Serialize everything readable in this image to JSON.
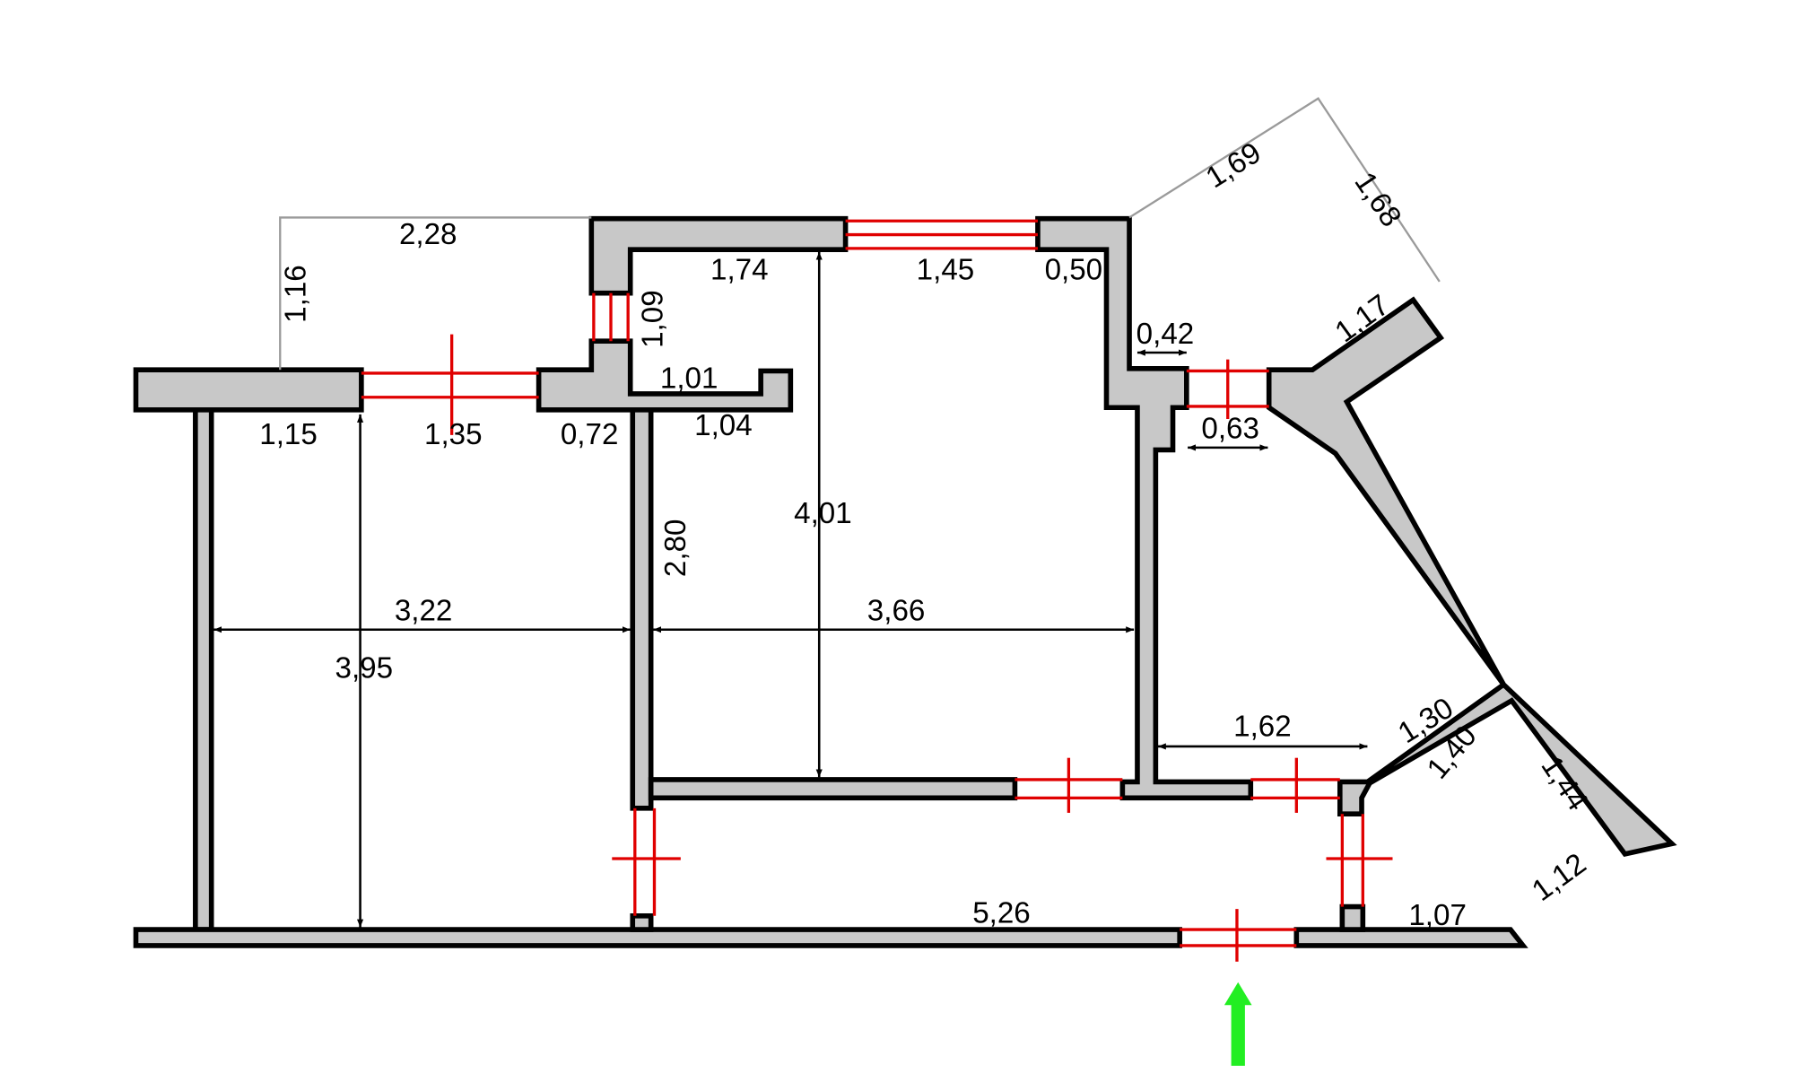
{
  "plan": {
    "dimensions": {
      "d_1_16": "1,16",
      "d_2_28": "2,28",
      "d_1_69": "1,69",
      "d_1_68": "1,68",
      "d_1_74": "1,74",
      "d_1_45": "1,45",
      "d_0_50": "0,50",
      "d_1_09": "1,09",
      "d_1_01": "1,01",
      "d_0_42": "0,42",
      "d_1_17": "1,17",
      "d_1_15": "1,15",
      "d_1_35": "1,35",
      "d_0_72": "0,72",
      "d_1_04": "1,04",
      "d_0_63": "0,63",
      "d_4_01": "4,01",
      "d_2_80": "2,80",
      "d_3_22": "3,22",
      "d_3_66": "3,66",
      "d_3_95": "3,95",
      "d_1_62": "1,62",
      "d_1_30": "1,30",
      "d_1_40": "1,40",
      "d_1_44": "1,44",
      "d_1_12": "1,12",
      "d_5_26": "5,26",
      "d_1_07": "1,07"
    },
    "colors": {
      "wall_fill": "#c8c8c8",
      "wall_outline": "#000000",
      "opening_marks": "#e00000",
      "helper_lines": "#9a9a9a",
      "entrance_arrow": "#22ee22"
    }
  }
}
